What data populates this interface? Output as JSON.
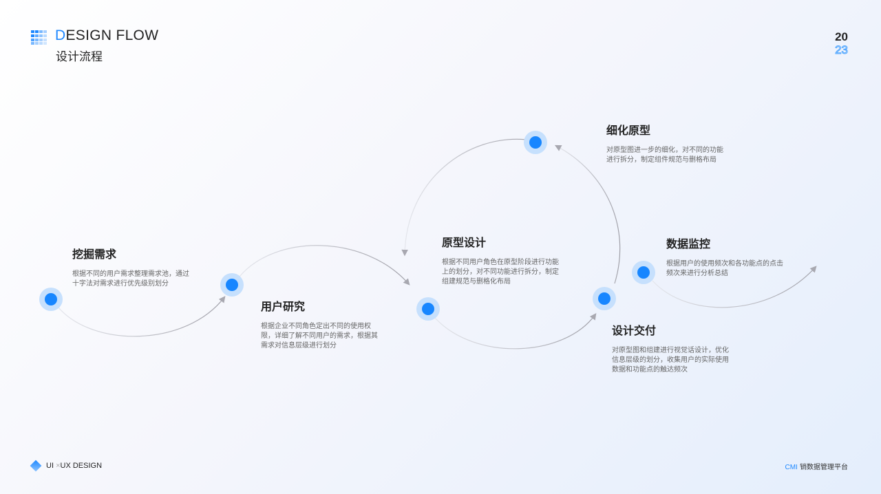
{
  "header": {
    "title_first": "D",
    "title_rest": "ESIGN FLOW",
    "subtitle": "设计流程",
    "year_top": "20",
    "year_bottom": "23"
  },
  "steps": [
    {
      "title": "挖掘需求",
      "desc": [
        "根据不同的用户需求整理需求池，通过",
        "十字法对需求进行优先级别划分"
      ]
    },
    {
      "title": "用户研究",
      "desc": [
        "根据企业不同角色定出不同的使用权",
        "限，详细了解不同用户的需求，根据其",
        "需求对信息层级进行划分"
      ]
    },
    {
      "title": "原型设计",
      "desc": [
        "根据不同用户角色在原型阶段进行功能",
        "上的划分，对不同功能进行拆分，制定",
        "组建规范与删格化布局"
      ]
    },
    {
      "title": "细化原型",
      "desc": [
        "对原型图进一步的细化，对不同的功能",
        "进行拆分，制定组件规范与删格布局"
      ]
    },
    {
      "title": "设计交付",
      "desc": [
        "对原型图和组建进行视觉话设计，优化",
        "信息层级的划分，收集用户的实际使用",
        "数据和功能点的触达频次"
      ]
    },
    {
      "title": "数据监控",
      "desc": [
        "根据用户的使用频次和各功能点的点击",
        "频次来进行分析总结"
      ]
    }
  ],
  "footer": {
    "left_ui": "UI",
    "left_x": "×",
    "left_ux": "UX DESIGN",
    "right_brand": "CMI",
    "right_text": "销数据管理平台"
  },
  "colors": {
    "accent": "#1786ff",
    "node_halo": "#c6e0fd"
  }
}
